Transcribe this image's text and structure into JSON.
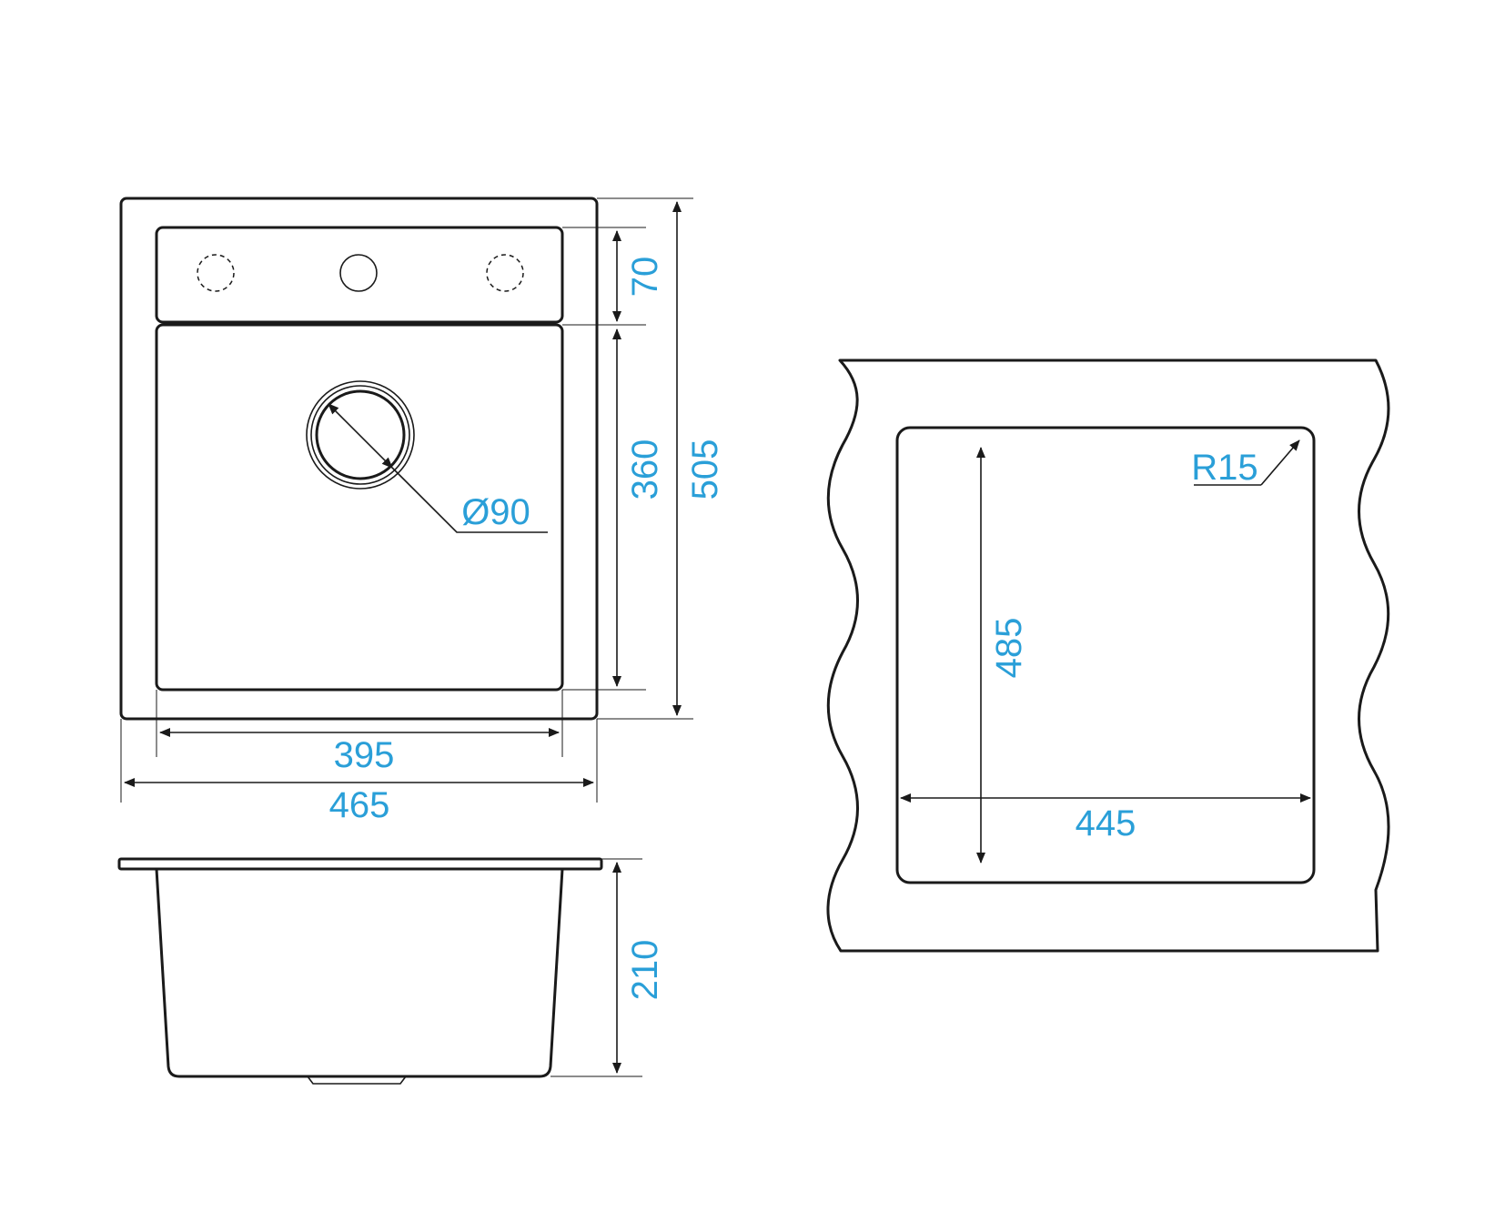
{
  "colors": {
    "line": "#1a1a1a",
    "dimension": "#2a9fd8",
    "background": "#ffffff"
  },
  "top_view": {
    "dim_deck_depth": "70",
    "dim_bowl_depth": "360",
    "dim_overall_depth": "505",
    "dim_drain_diameter": "Ø90",
    "dim_bowl_width": "395",
    "dim_overall_width": "465"
  },
  "side_view": {
    "dim_height": "210"
  },
  "cutout_view": {
    "dim_corner_radius": "R15",
    "dim_cutout_depth": "485",
    "dim_cutout_width": "445"
  }
}
